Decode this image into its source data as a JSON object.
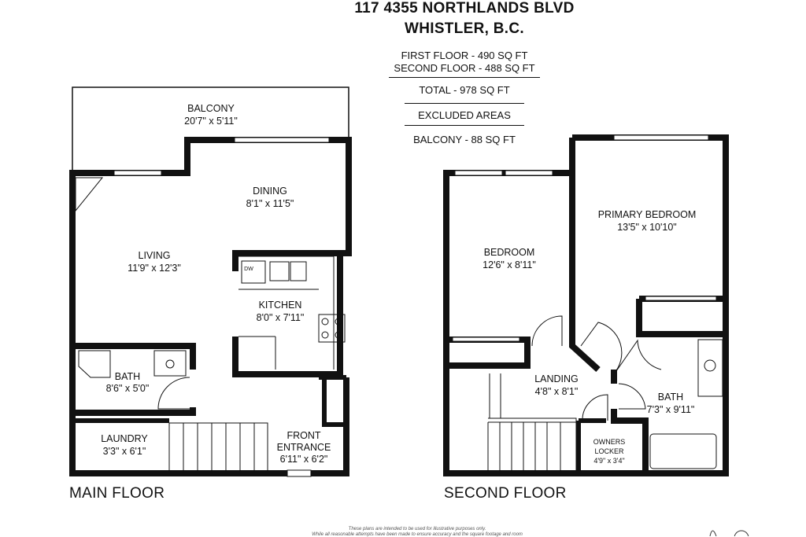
{
  "header": {
    "address_line1": "117 4355 NORTHLANDS BLVD",
    "address_line2": "WHISTLER, B.C."
  },
  "summary": {
    "first_floor": "FIRST FLOOR - 490 SQ FT",
    "second_floor": "SECOND FLOOR - 488 SQ FT",
    "total": "TOTAL  -  978 SQ FT",
    "excluded_heading": "EXCLUDED AREAS",
    "balcony": "BALCONY - 88 SQ FT"
  },
  "main_floor": {
    "label": "MAIN FLOOR",
    "rooms": [
      {
        "name": "BALCONY",
        "size": "20'7\" x 5'11\""
      },
      {
        "name": "DINING",
        "size": "8'1\" x 11'5\""
      },
      {
        "name": "LIVING",
        "size": "11'9\" x 12'3\""
      },
      {
        "name": "KITCHEN",
        "size": "8'0\" x 7'11\""
      },
      {
        "name": "BATH",
        "size": "8'6\" x 5'0\""
      },
      {
        "name": "LAUNDRY",
        "size": "3'3\" x 6'1\""
      },
      {
        "name": "FRONT ENTRANCE",
        "name_line1": "FRONT",
        "name_line2": "ENTRANCE",
        "size": "6'11\" x 6'2\""
      }
    ],
    "appliance_label": "DW"
  },
  "second_floor": {
    "label": "SECOND FLOOR",
    "rooms": [
      {
        "name": "PRIMARY BEDROOM",
        "size": "13'5\" x 10'10\""
      },
      {
        "name": "BEDROOM",
        "size": "12'6\" x 8'11\""
      },
      {
        "name": "LANDING",
        "size": "4'8\" x 8'1\""
      },
      {
        "name": "BATH",
        "size": "7'3\" x 9'11\""
      },
      {
        "name": "OWNERS LOCKER",
        "name_line1": "OWNERS",
        "name_line2": "LOCKER",
        "size": "4'9\" x 3'4\""
      }
    ]
  },
  "footer": {
    "disclaimer_line1": "These plans are intended to be used for illustrative purposes only.",
    "disclaimer_line2": "While all reasonable attempts have been made to ensure accuracy and the square footage and room"
  }
}
